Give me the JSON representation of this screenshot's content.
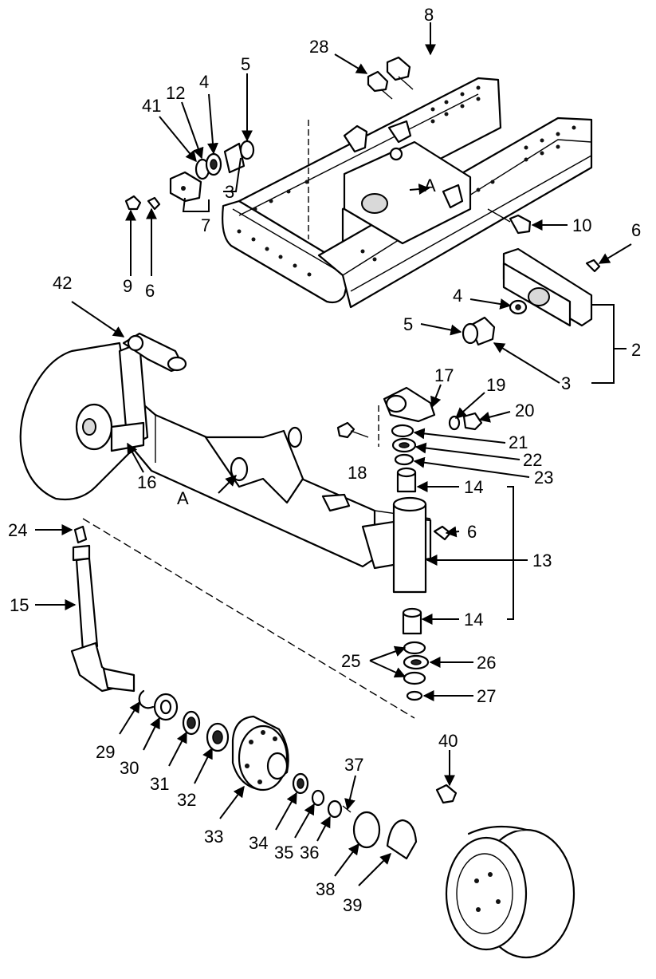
{
  "callouts": {
    "c2": "2",
    "c3a": "3",
    "c3b": "3",
    "c4a": "4",
    "c4b": "4",
    "c5a": "5",
    "c5b": "5",
    "c6a": "6",
    "c6b": "6",
    "c6c": "6",
    "c7": "7",
    "c8": "8",
    "c9": "9",
    "c10": "10",
    "c12": "12",
    "c13": "13",
    "c14a": "14",
    "c14b": "14",
    "c15": "15",
    "c16": "16",
    "c17": "17",
    "c18": "18",
    "c19": "19",
    "c20": "20",
    "c21": "21",
    "c22": "22",
    "c23": "23",
    "c24": "24",
    "c25": "25",
    "c26": "26",
    "c27": "27",
    "c28": "28",
    "c29": "29",
    "c30": "30",
    "c31": "31",
    "c32": "32",
    "c33": "33",
    "c34": "34",
    "c35": "35",
    "c36": "36",
    "c37": "37",
    "c38": "38",
    "c39": "39",
    "c40": "40",
    "c41": "41",
    "c42": "42",
    "refA1": "A",
    "refA2": "A"
  }
}
